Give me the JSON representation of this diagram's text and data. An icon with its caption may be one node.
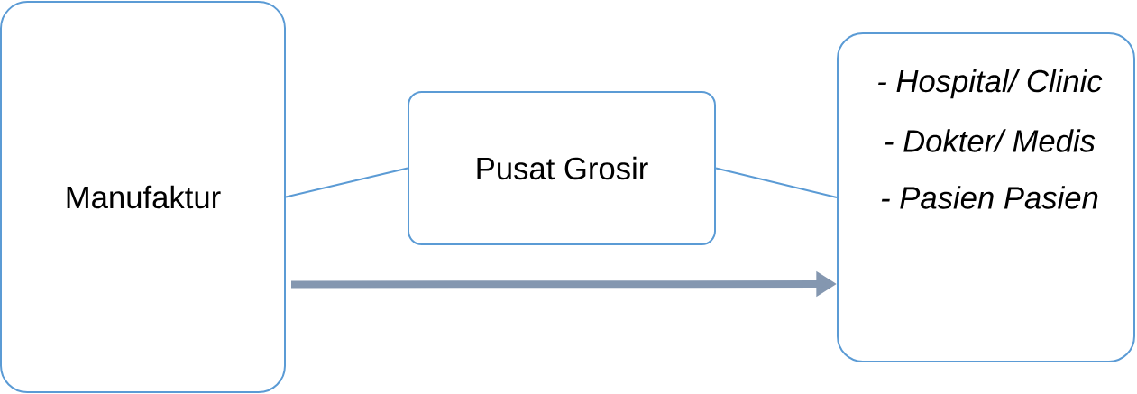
{
  "diagram": {
    "nodes": [
      {
        "text": [
          "Manufaktur"
        ]
      },
      {
        "text": [
          "Pusat Grosir"
        ]
      },
      {
        "text": [
          "- Hospital/ Clinic",
          "- Dokter/ Medis",
          "- Pasien Pasien"
        ]
      }
    ],
    "edges": [
      {
        "from": 0,
        "to": 1,
        "arrow": "none"
      },
      {
        "from": 1,
        "to": 2,
        "arrow": "none"
      },
      {
        "from": 0,
        "to": 2,
        "arrow": "to",
        "style": "thick",
        "color": "#8497b0"
      }
    ]
  }
}
